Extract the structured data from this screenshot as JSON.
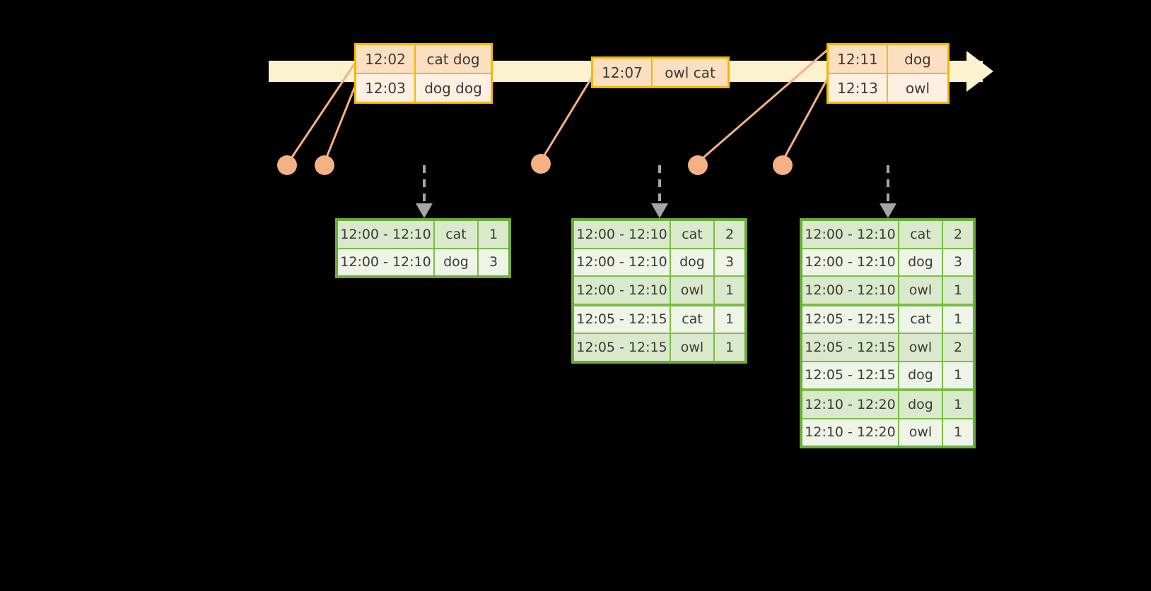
{
  "diagram": {
    "title": "windowed-aggregation-timeline",
    "colors": {
      "timeline_fill": "#fdf2cf",
      "event_border": "#f5b800",
      "event_shade": "#fbdfc0",
      "event_plain": "#fdf0e3",
      "result_border": "#6aad38",
      "result_grid": "#7bbc4a",
      "result_shade": "#dae8cb",
      "result_plain": "#eef4e8",
      "connector": "#f4b183",
      "arrow": "#a6a6a6",
      "background": "#000000",
      "text": "#3a3a38"
    }
  },
  "timeline": {
    "name": "event-time-axis",
    "event_groups": [
      {
        "id": "group-1",
        "events": [
          {
            "time": "12:02",
            "value": "cat dog"
          },
          {
            "time": "12:03",
            "value": "dog dog"
          }
        ]
      },
      {
        "id": "group-2",
        "events": [
          {
            "time": "12:07",
            "value": "owl cat"
          }
        ]
      },
      {
        "id": "group-3",
        "events": [
          {
            "time": "12:11",
            "value": "dog"
          },
          {
            "time": "12:13",
            "value": "owl"
          }
        ]
      }
    ]
  },
  "results": [
    {
      "id": "result-1",
      "rows": [
        {
          "window": "12:00 - 12:10",
          "key": "cat",
          "count": "1"
        },
        {
          "window": "12:00 - 12:10",
          "key": "dog",
          "count": "3"
        }
      ]
    },
    {
      "id": "result-2",
      "rows": [
        {
          "window": "12:00 - 12:10",
          "key": "cat",
          "count": "2"
        },
        {
          "window": "12:00 - 12:10",
          "key": "dog",
          "count": "3"
        },
        {
          "window": "12:00 - 12:10",
          "key": "owl",
          "count": "1"
        },
        {
          "window": "12:05 - 12:15",
          "key": "cat",
          "count": "1"
        },
        {
          "window": "12:05 - 12:15",
          "key": "owl",
          "count": "1"
        }
      ]
    },
    {
      "id": "result-3",
      "rows": [
        {
          "window": "12:00 - 12:10",
          "key": "cat",
          "count": "2"
        },
        {
          "window": "12:00 - 12:10",
          "key": "dog",
          "count": "3"
        },
        {
          "window": "12:00 - 12:10",
          "key": "owl",
          "count": "1"
        },
        {
          "window": "12:05 - 12:15",
          "key": "cat",
          "count": "1"
        },
        {
          "window": "12:05 - 12:15",
          "key": "owl",
          "count": "2"
        },
        {
          "window": "12:05 - 12:15",
          "key": "dog",
          "count": "1"
        },
        {
          "window": "12:10 - 12:20",
          "key": "dog",
          "count": "1"
        },
        {
          "window": "12:10 - 12:20",
          "key": "owl",
          "count": "1"
        }
      ]
    }
  ]
}
